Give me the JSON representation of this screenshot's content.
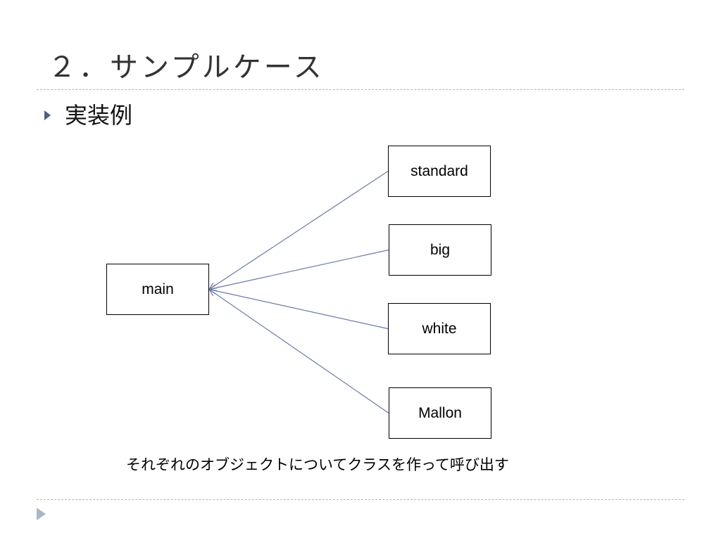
{
  "slide": {
    "title": "２．サンプルケース",
    "bullet": "実装例",
    "caption": "それぞれのオブジェクトについてクラスを作って呼び出す"
  },
  "diagram": {
    "nodes": {
      "main": "main",
      "standard": "standard",
      "big": "big",
      "white": "white",
      "mallon": "Mallon"
    },
    "edges": [
      {
        "from": "standard",
        "to": "main"
      },
      {
        "from": "big",
        "to": "main"
      },
      {
        "from": "white",
        "to": "main"
      },
      {
        "from": "mallon",
        "to": "main"
      }
    ],
    "edge_color": "#6b7aa6"
  },
  "colors": {
    "rule": "#a9b7c6",
    "bullet_marker": "#4a6080"
  }
}
